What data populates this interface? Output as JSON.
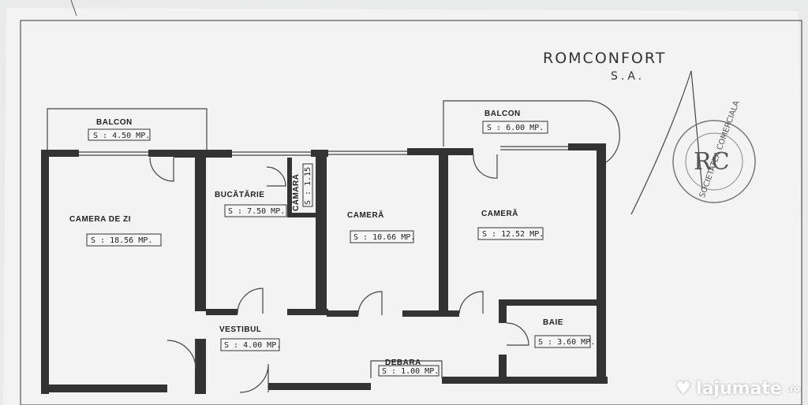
{
  "company": {
    "name": "ROMCONFORT",
    "suffix": "S.A."
  },
  "stamp": {
    "text": "SOCIETATEA COMERCIALA",
    "initials": "RC"
  },
  "rooms": [
    {
      "id": "balcon-left",
      "label": "BALCON",
      "area": "S : 4.50 MP."
    },
    {
      "id": "camera-de-zi",
      "label": "CAMERA DE ZI",
      "area": "S : 18.56 MP."
    },
    {
      "id": "bucatarie",
      "label": "BUCĂTĂRIE",
      "area": "S : 7.50 MP."
    },
    {
      "id": "camara",
      "label": "CĂMARĂ",
      "area": "S : 1.15"
    },
    {
      "id": "camera-middle",
      "label": "CAMERĂ",
      "area": "S : 10.66 MP."
    },
    {
      "id": "balcon-right",
      "label": "BALCON",
      "area": "S : 6.00 MP."
    },
    {
      "id": "camera-right",
      "label": "CAMERĂ",
      "area": "S : 12.52 MP."
    },
    {
      "id": "vestibul",
      "label": "VESTIBUL",
      "area": "S : 4.00 MP."
    },
    {
      "id": "baie",
      "label": "BAIE",
      "area": "S : 3.60 MP."
    },
    {
      "id": "debara",
      "label": "DEBARA",
      "area": "S : 1.00 MP."
    }
  ],
  "watermark": {
    "brand": "lajumate",
    "tld": ".ro"
  }
}
